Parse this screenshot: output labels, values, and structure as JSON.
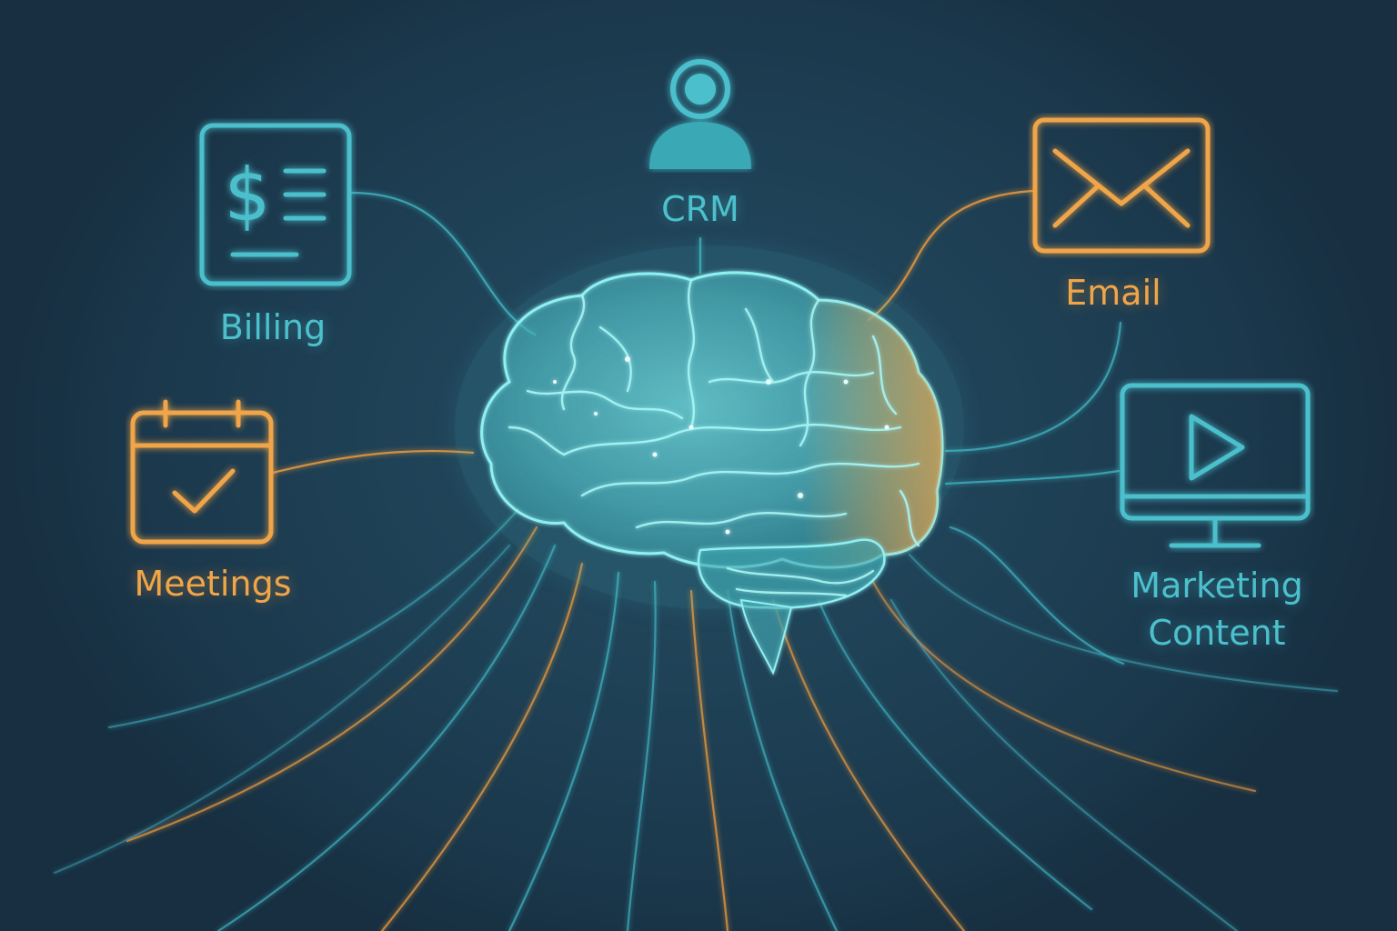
{
  "colors": {
    "background": "#1c3a50",
    "teal": "#4cc0cc",
    "orange": "#f0a548",
    "brain_glow": "#7fe6ea"
  },
  "center": {
    "icon": "brain-icon"
  },
  "nodes": {
    "crm": {
      "label": "CRM",
      "icon": "user-profile-icon",
      "color": "teal"
    },
    "billing": {
      "label": "Billing",
      "icon": "invoice-dollar-icon",
      "color": "teal"
    },
    "email": {
      "label": "Email",
      "icon": "envelope-icon",
      "color": "orange"
    },
    "meetings": {
      "label": "Meetings",
      "icon": "calendar-check-icon",
      "color": "orange"
    },
    "marketing": {
      "label_line1": "Marketing",
      "label_line2": "Content",
      "icon": "monitor-play-icon",
      "color": "teal"
    }
  }
}
